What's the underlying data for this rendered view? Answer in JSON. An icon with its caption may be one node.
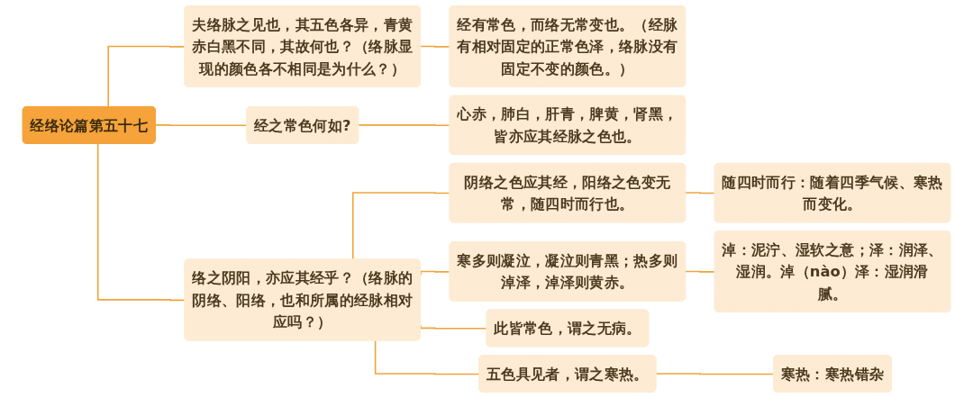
{
  "diagram": {
    "nodes": [
      {
        "text": [
          "经络论篇第五十七"
        ]
      },
      {
        "text": [
          "夫络脉之见也，其五色各异，青黄赤白黑不同，其故何也？（络脉显现的颜色各不相同是为什么？）"
        ]
      },
      {
        "text": [
          "经有常色，而络无常变也。（经脉有相对固定的正常色泽，络脉没有固定不变的颜色。）"
        ]
      },
      {
        "text": [
          "经之常色何如?"
        ]
      },
      {
        "text": [
          "**心赤，肺白，肝青，脾黄，肾黑，**皆亦应其经脉之色也。"
        ]
      },
      {
        "text": [
          "络之阴阳，亦应其经乎？（络脉的阴络、阳络，也和所属的经脉相对应吗？）"
        ]
      },
      {
        "text": [
          "阴络之色应其经，**阳络之色变无常**，随四时而行也。"
        ]
      },
      {
        "text": [
          "随四时而行：随着四季气候、寒热而变化。"
        ]
      },
      {
        "text": [
          "寒多则凝泣，凝泣则青黑；热多则淖泽，淖泽则黄赤。"
        ]
      },
      {
        "text": [
          "淖：泥泞、湿软之意；泽：润泽、湿润。淖（nào）泽：湿润滑腻。"
        ]
      },
      {
        "text": [
          "此皆常色，谓之无病。"
        ]
      },
      {
        "text": [
          "五色具见者，谓之寒热。"
        ]
      },
      {
        "text": [
          "寒热：寒热错杂"
        ]
      }
    ],
    "edges": [
      {
        "from": 0,
        "to": 1,
        "arrow": "none"
      },
      {
        "from": 1,
        "to": 2,
        "arrow": "none"
      },
      {
        "from": 0,
        "to": 3,
        "arrow": "none"
      },
      {
        "from": 3,
        "to": 4,
        "arrow": "none"
      },
      {
        "from": 0,
        "to": 5,
        "arrow": "none"
      },
      {
        "from": 5,
        "to": 6,
        "arrow": "none"
      },
      {
        "from": 6,
        "to": 7,
        "arrow": "none"
      },
      {
        "from": 5,
        "to": 8,
        "arrow": "none"
      },
      {
        "from": 8,
        "to": 9,
        "arrow": "none"
      },
      {
        "from": 5,
        "to": 10,
        "arrow": "none"
      },
      {
        "from": 5,
        "to": 11,
        "arrow": "none"
      },
      {
        "from": 11,
        "to": 12,
        "arrow": "none"
      }
    ]
  }
}
